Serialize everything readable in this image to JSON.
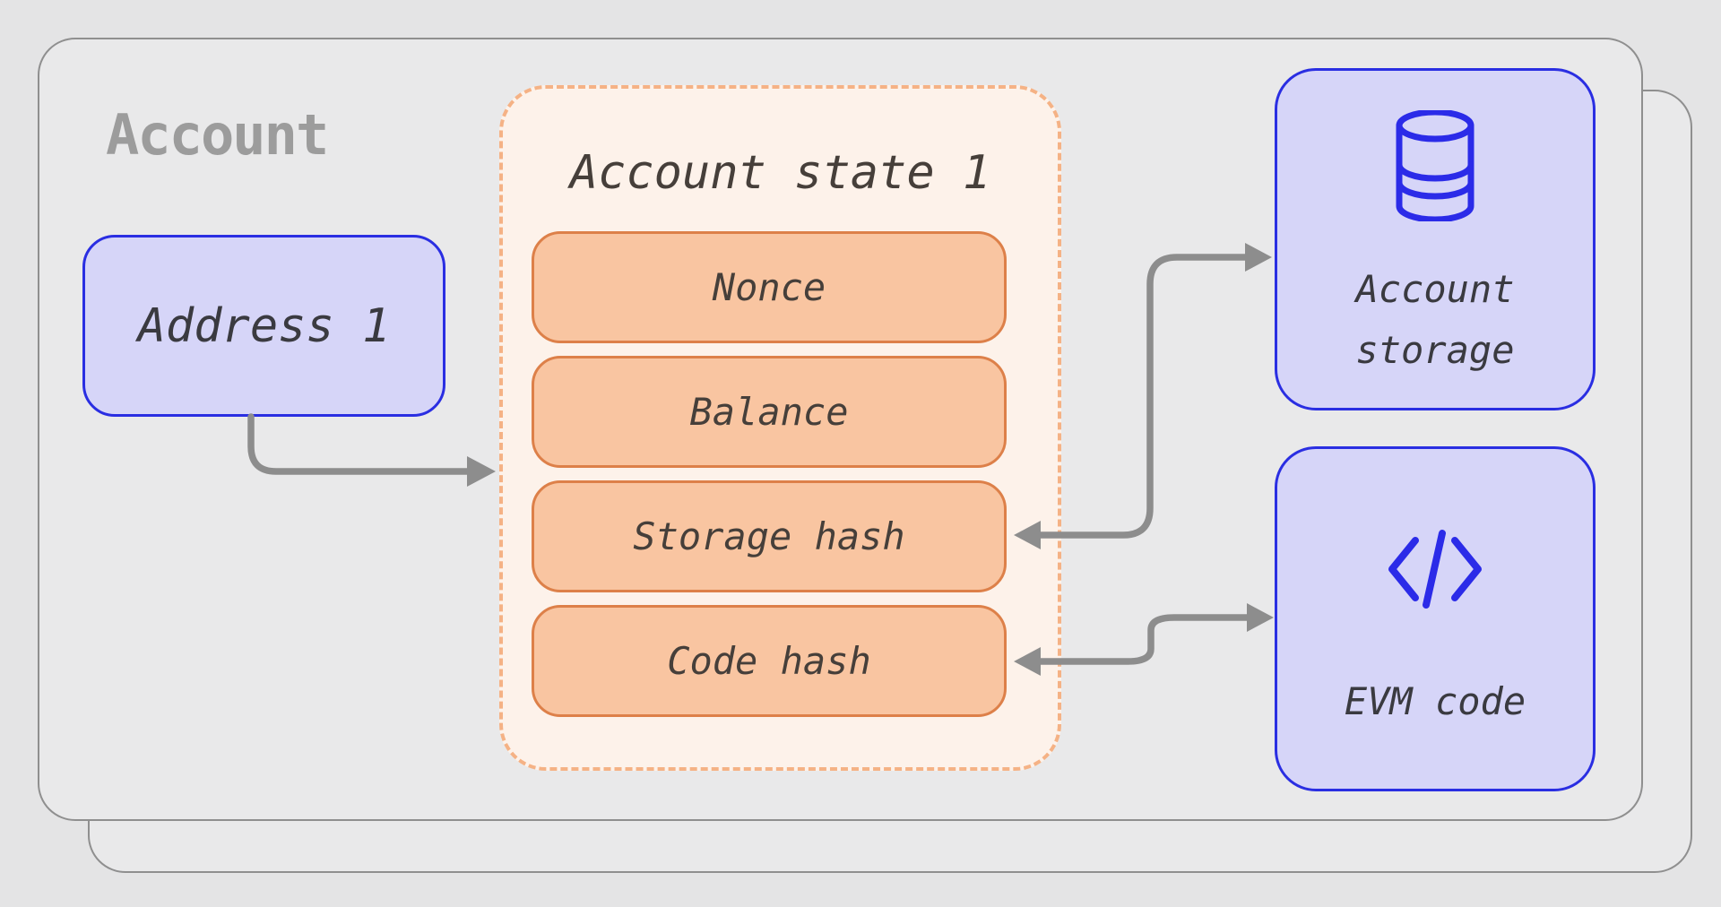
{
  "diagram": {
    "title": "Account",
    "address_box": {
      "label": "Address 1"
    },
    "state_container": {
      "title": "Account state 1",
      "rows": [
        {
          "label": "Nonce"
        },
        {
          "label": "Balance"
        },
        {
          "label": "Storage hash"
        },
        {
          "label": "Code hash"
        }
      ]
    },
    "storage_box": {
      "icon": "database-icon",
      "label_line1": "Account",
      "label_line2": "storage"
    },
    "evm_box": {
      "icon": "code-icon",
      "label": "EVM code"
    },
    "connectors": [
      {
        "name": "address-to-state",
        "from": "Address 1",
        "to": "Account state 1",
        "heads": [
          "end"
        ]
      },
      {
        "name": "storage-hash-to-account-storage",
        "from": "Storage hash",
        "to": "Account storage",
        "heads": [
          "start",
          "end"
        ]
      },
      {
        "name": "code-hash-to-evm-code",
        "from": "Code hash",
        "to": "EVM code",
        "heads": [
          "start",
          "end"
        ]
      }
    ]
  },
  "colors": {
    "page_bg": "#e4e4e5",
    "card_bg": "#e9e9ea",
    "card_border": "#8f8f8f",
    "title_gray": "#9c9c9c",
    "lavender_fill": "#d6d5f8",
    "blue_border": "#2a2ee2",
    "icon_blue": "#2b2be8",
    "peach_fill": "#fdf2ea",
    "peach_dash": "#f5b285",
    "orange_fill": "#f9c5a1",
    "orange_border": "#dd8049",
    "text_dark": "#3a3a40",
    "text_warm": "#463f3a",
    "arrow_gray": "#8d8d8d"
  }
}
